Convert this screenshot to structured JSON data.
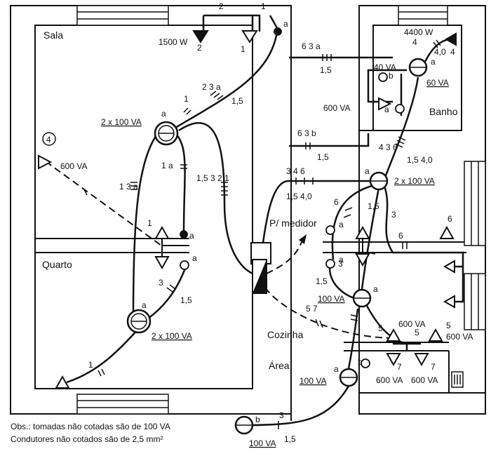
{
  "rooms": {
    "sala": "Sala",
    "quarto": "Quarto",
    "banho": "Banho",
    "cozinha": "Cozinha",
    "area": "Área"
  },
  "meter": "P/ medidor",
  "loads": {
    "sala_shower": "1500 W",
    "sala_lamp": "2 x 100 VA",
    "sala_outlet": "600 VA",
    "quarto_lamp": "2 x 100 VA",
    "banho_shower": "4400 W",
    "banho_outlet_small": "40 VA",
    "banho_lamp": "60 VA",
    "banho_outlet": "600 VA",
    "hall_lamp": "2 x 100 VA",
    "cozinha_lamp": "100 VA",
    "cozinha_outlet_a": "600 VA",
    "cozinha_outlet_b": "600 VA",
    "area_lamp": "100 VA",
    "area_outlet_a": "600 VA",
    "area_outlet_b": "600 VA",
    "outside_lamp": "100 VA"
  },
  "circuits": {
    "c_top_2": "2",
    "c_top_1": "1",
    "c_top_2b": "2",
    "c_top_1b": "1",
    "c_sala_123": "2  3  a",
    "c_sala_15": "1,5",
    "c_sala_1": "1",
    "c_sala_left": "1  3  a",
    "c_sala_left2": "1  a",
    "c_sala_right": "1,5  3  2  1",
    "c_circle4": "4",
    "c_quarto_1": "1",
    "c_quarto_3": "3",
    "c_quarto_15": "1,5",
    "c_quarto_low": "1",
    "c_top_right": "6  3  a",
    "c_top_right15": "1,5",
    "c_mid_right": "6  3  b",
    "c_mid_right15": "1,5",
    "c_banho_4": "4",
    "c_banho_40": "4,0",
    "c_banho_4b": "4",
    "c_banho_col": "4  3  6",
    "c_banho_col2": "1,5  4,0",
    "c_hall_top": "3  4  6",
    "c_hall_top2": "1,5  4,0",
    "c_hall_6": "6",
    "c_hall_15": "1,5",
    "c_hall_3": "3",
    "c_cz_6": "6",
    "c_cz_6b": "6",
    "c_cz_15": "1,5",
    "c_cz_3": "3",
    "c_cz_57": "5  7",
    "c_area_5": "5",
    "c_area_5b": "5",
    "c_area_5c": "5",
    "c_area_7": "7",
    "c_area_7b": "7",
    "c_out_3": "3",
    "c_out_15": "1,5"
  },
  "sw": {
    "a": "a",
    "b": "b"
  },
  "lamp_num": "3",
  "notes": [
    "Obs.: tomadas não cotadas são de 100 VA",
    "Condutores não cotados são de 2,5 mm²"
  ]
}
